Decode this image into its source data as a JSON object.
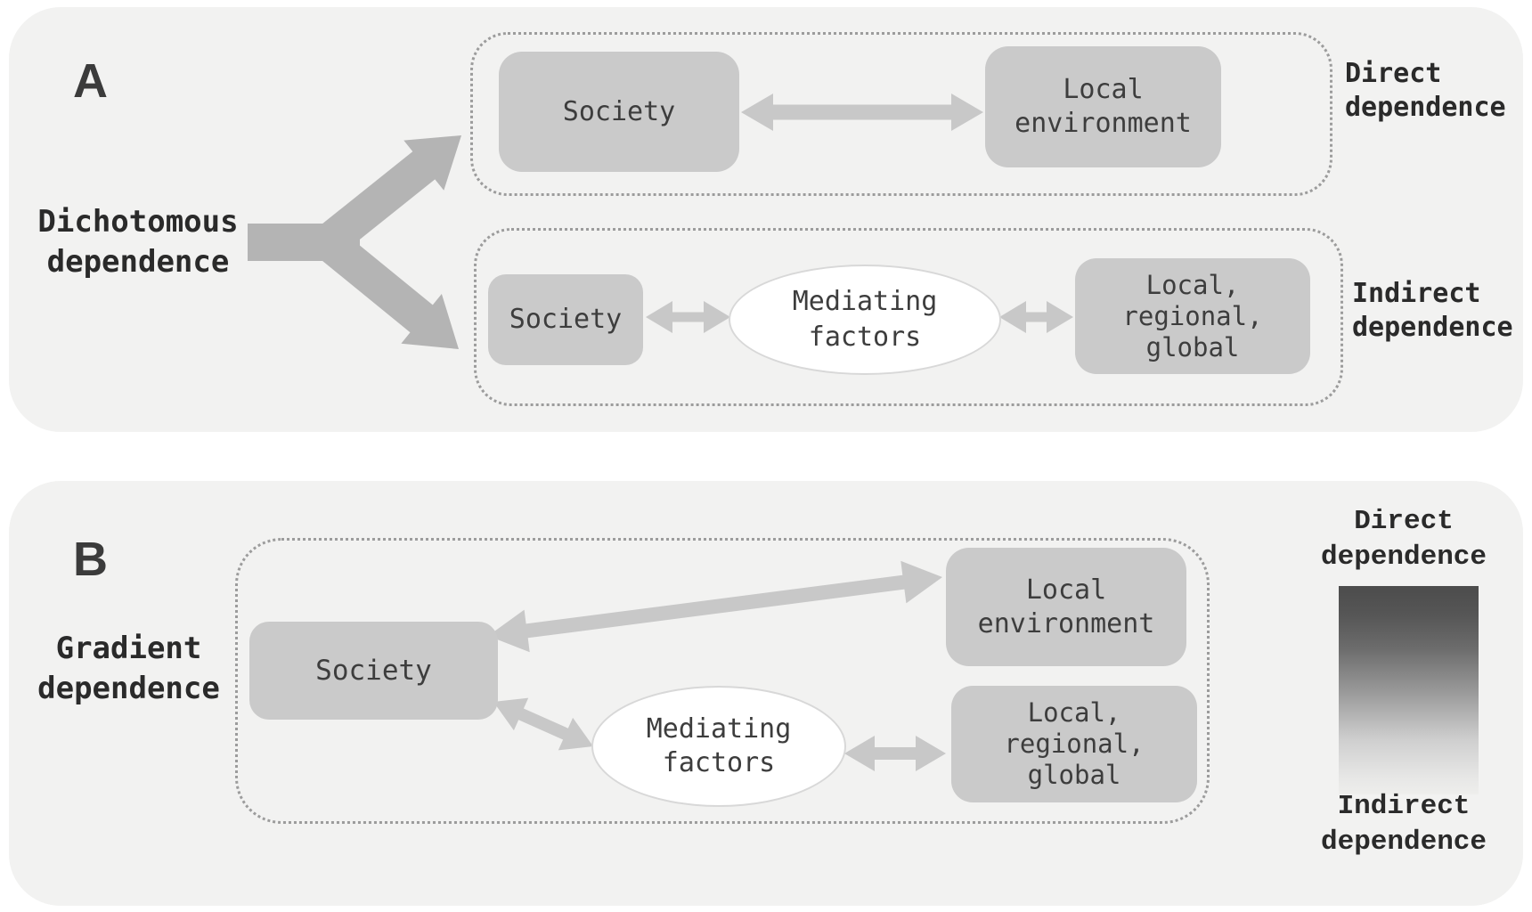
{
  "figure": {
    "panel_a": {
      "tag": "A",
      "branch_label": "Dichotomous\ndependence",
      "direct": {
        "label": "Direct\ndependence",
        "society": "Society",
        "environment": "Local\nenvironment"
      },
      "indirect": {
        "label": "Indirect\ndependence",
        "society": "Society",
        "mediating": "Mediating\nfactors",
        "environment": "Local,\nregional,\nglobal"
      },
      "edges": [
        {
          "from": "dichotomous-dependence",
          "to": "direct-dependence-group",
          "type": "branch-arrow"
        },
        {
          "from": "dichotomous-dependence",
          "to": "indirect-dependence-group",
          "type": "branch-arrow"
        },
        {
          "from": "society",
          "to": "local-environment",
          "type": "bidirectional"
        },
        {
          "from": "society",
          "to": "mediating-factors",
          "type": "bidirectional"
        },
        {
          "from": "mediating-factors",
          "to": "local-regional-global",
          "type": "bidirectional"
        }
      ]
    },
    "panel_b": {
      "tag": "B",
      "branch_label": "Gradient\ndependence",
      "society": "Society",
      "local_environment": "Local\nenvironment",
      "mediating": "Mediating\nfactors",
      "environment": "Local,\nregional,\nglobal",
      "legend": {
        "top": "Direct\ndependence",
        "bottom": "Indirect\ndependence"
      },
      "edges": [
        {
          "from": "society",
          "to": "local-environment",
          "type": "bidirectional"
        },
        {
          "from": "society",
          "to": "mediating-factors",
          "type": "bidirectional"
        },
        {
          "from": "mediating-factors",
          "to": "local-regional-global",
          "type": "bidirectional"
        }
      ]
    }
  },
  "colors": {
    "panel_bg": "#f2f2f1",
    "node_fill": "#cacaca",
    "node_text": "#3d3d3d",
    "label_text": "#2a2a2a",
    "tag_text": "#3b3b3b",
    "arrow_light": "#c8c8c8",
    "arrow_dark": "#b4b4b4",
    "dotted_border": "#9c9c9c",
    "ellipse_fill": "#ffffff",
    "ellipse_border": "#d8d8d8",
    "gradient_top": "#4c4c4c",
    "gradient_bottom": "#eeeeec"
  }
}
